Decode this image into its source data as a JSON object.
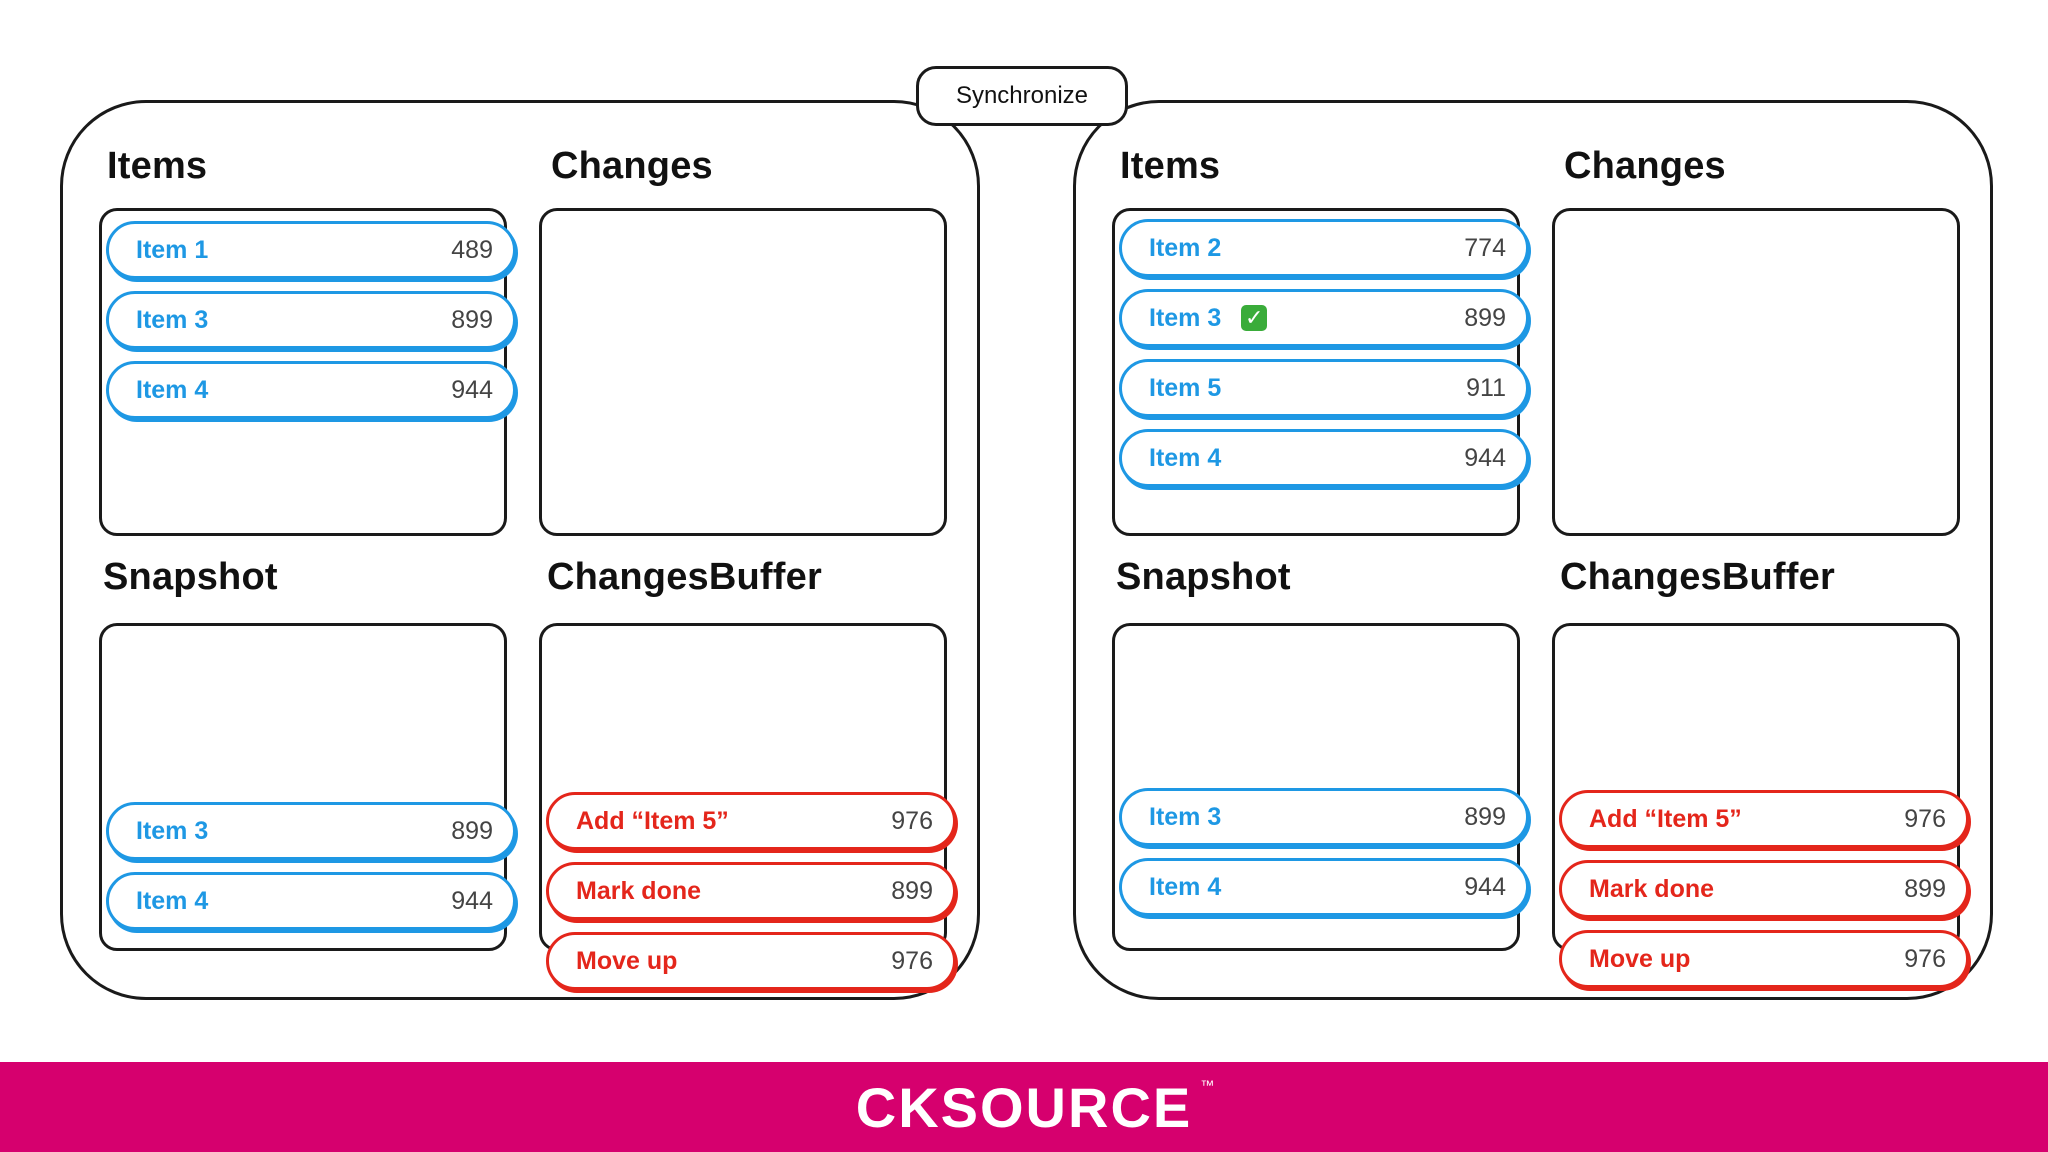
{
  "sync_label": "Synchronize",
  "brand": {
    "name": "CKSOURCE",
    "tm": "™",
    "bg_color": "#d6006e"
  },
  "colors": {
    "item": "#1e98e4",
    "change": "#e4261b",
    "done_check": "#3aac3a"
  },
  "left": {
    "titles": {
      "items": "Items",
      "changes": "Changes",
      "snapshot": "Snapshot",
      "buffer": "ChangesBuffer"
    },
    "items": [
      {
        "label": "Item 1",
        "value": "489"
      },
      {
        "label": "Item 3",
        "value": "899"
      },
      {
        "label": "Item 4",
        "value": "944"
      }
    ],
    "snapshot": [
      {
        "label": "Item 3",
        "value": "899"
      },
      {
        "label": "Item 4",
        "value": "944"
      }
    ],
    "buffer": [
      {
        "label": "Add “Item 5”",
        "value": "976"
      },
      {
        "label": "Mark done",
        "value": "899"
      },
      {
        "label": "Move up",
        "value": "976"
      }
    ]
  },
  "right": {
    "titles": {
      "items": "Items",
      "changes": "Changes",
      "snapshot": "Snapshot",
      "buffer": "ChangesBuffer"
    },
    "items": [
      {
        "label": "Item 2",
        "value": "774"
      },
      {
        "label": "Item 3",
        "value": "899",
        "check_icon": "checkmark-icon"
      },
      {
        "label": "Item 5",
        "value": "911"
      },
      {
        "label": "Item 4",
        "value": "944"
      }
    ],
    "snapshot": [
      {
        "label": "Item 3",
        "value": "899"
      },
      {
        "label": "Item 4",
        "value": "944"
      }
    ],
    "buffer": [
      {
        "label": "Add “Item 5”",
        "value": "976"
      },
      {
        "label": "Mark done",
        "value": "899"
      },
      {
        "label": "Move up",
        "value": "976"
      }
    ]
  }
}
